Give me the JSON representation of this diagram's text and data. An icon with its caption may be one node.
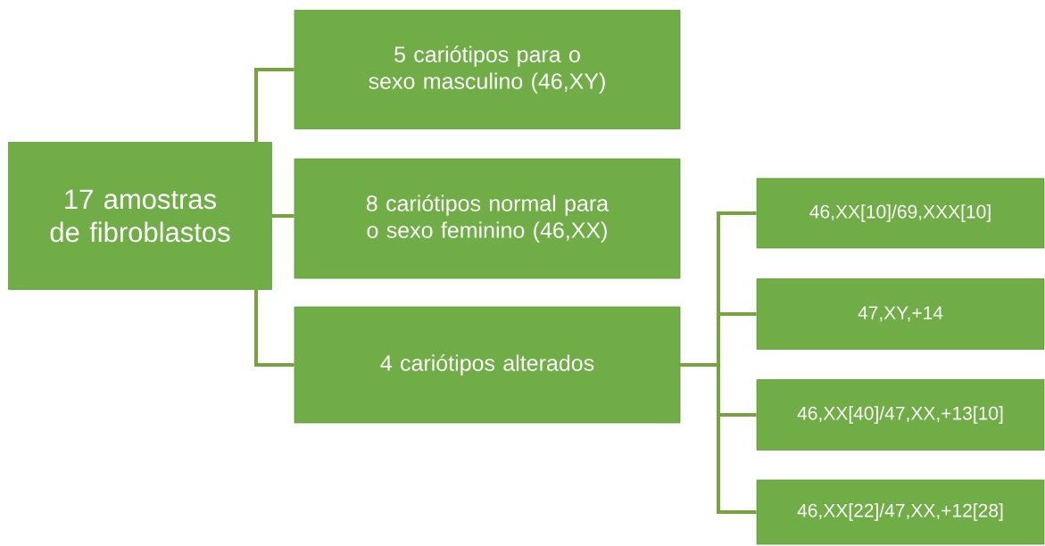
{
  "diagram": {
    "nodes": [
      {
        "text": [
          "17 amostras de fibroblastos"
        ]
      },
      {
        "text": [
          "5 cariótipos para o sexo masculino (46,XY)"
        ]
      },
      {
        "text": [
          "8 cariótipos normal para o sexo feminino (46,XX)"
        ]
      },
      {
        "text": [
          "4 cariótipos alterados"
        ]
      },
      {
        "text": [
          "46,XX[10]/69,XXX[10]"
        ]
      },
      {
        "text": [
          "47,XY,+14"
        ]
      },
      {
        "text": [
          "46,XX[40]/47,XX,+13[10]"
        ]
      },
      {
        "text": [
          "46,XX[22]/47,XX,+12[28]"
        ]
      }
    ],
    "edges": [
      {
        "from": 0,
        "to": 1,
        "arrow": "none"
      },
      {
        "from": 0,
        "to": 2,
        "arrow": "none"
      },
      {
        "from": 0,
        "to": 3,
        "arrow": "none"
      },
      {
        "from": 3,
        "to": 4,
        "arrow": "none"
      },
      {
        "from": 3,
        "to": 5,
        "arrow": "none"
      },
      {
        "from": 3,
        "to": 6,
        "arrow": "none"
      },
      {
        "from": 3,
        "to": 7,
        "arrow": "none"
      }
    ]
  }
}
